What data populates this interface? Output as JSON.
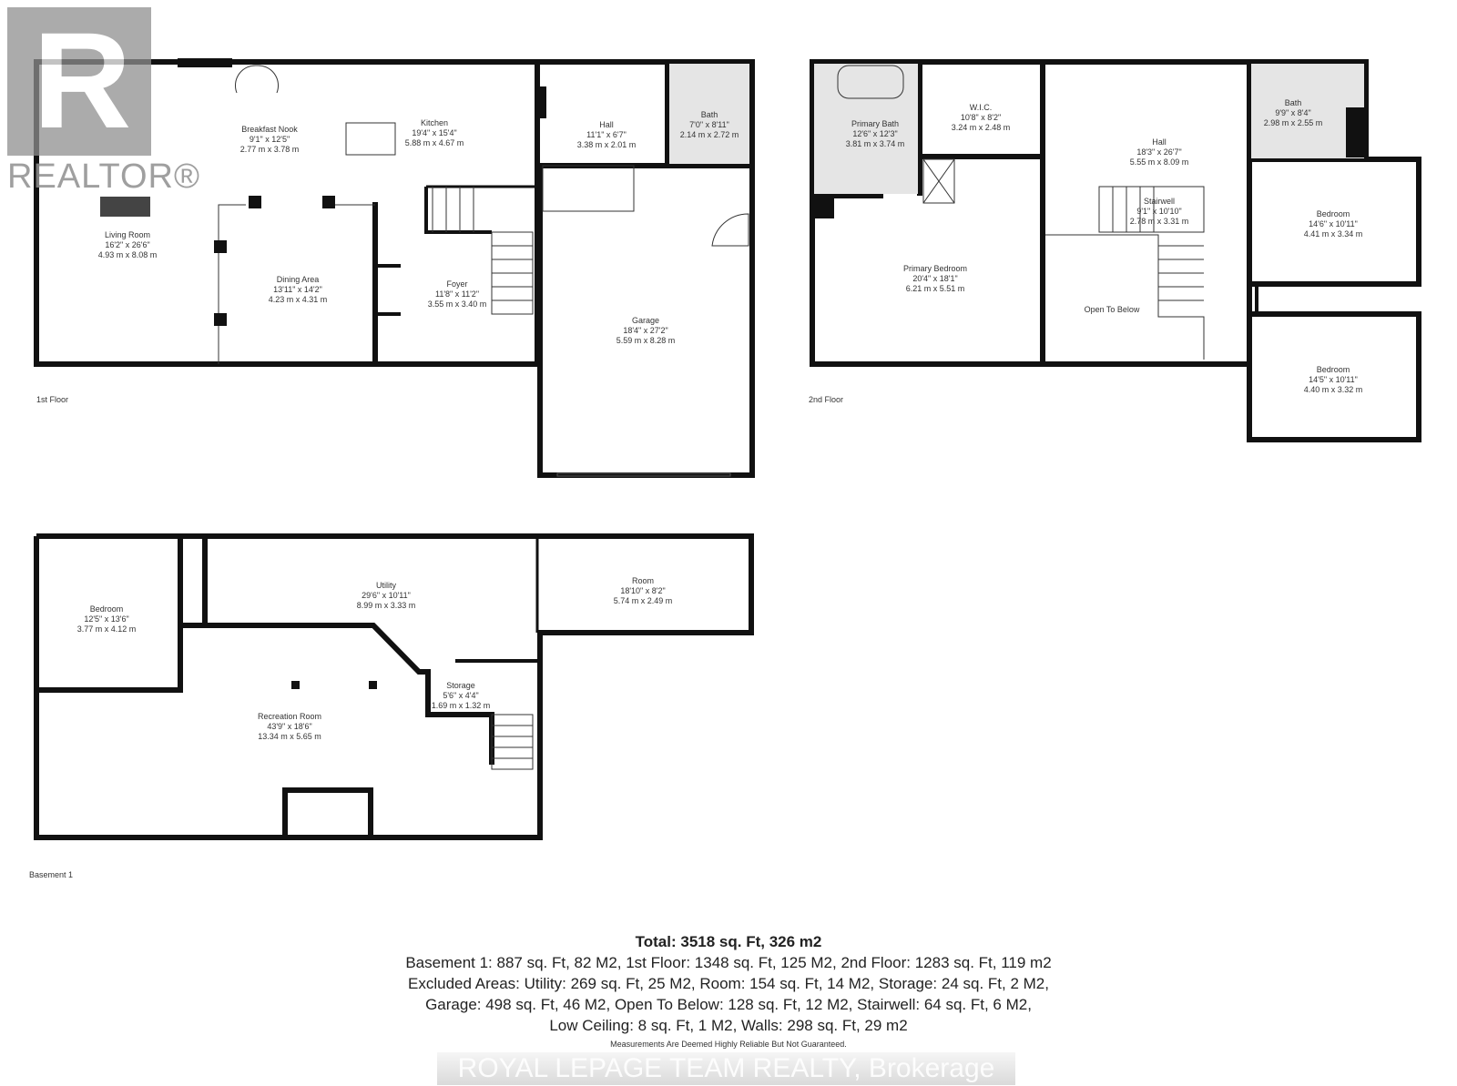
{
  "logo": {
    "brand": "REALTOR®",
    "mark": "R"
  },
  "floors": {
    "first": {
      "label": "1st Floor",
      "rooms": [
        {
          "name": "Breakfast Nook",
          "imperial": "9'1\" x 12'5\"",
          "metric": "2.77 m x 3.78 m"
        },
        {
          "name": "Kitchen",
          "imperial": "19'4\" x 15'4\"",
          "metric": "5.88 m x 4.67 m"
        },
        {
          "name": "Hall",
          "imperial": "11'1\" x 6'7\"",
          "metric": "3.38 m x 2.01 m"
        },
        {
          "name": "Bath",
          "imperial": "7'0\" x 8'11\"",
          "metric": "2.14 m x 2.72 m"
        },
        {
          "name": "Living Room",
          "imperial": "16'2\" x 26'6\"",
          "metric": "4.93 m x 8.08 m"
        },
        {
          "name": "Dining Area",
          "imperial": "13'11\" x 14'2\"",
          "metric": "4.23 m x 4.31 m"
        },
        {
          "name": "Foyer",
          "imperial": "11'8\" x 11'2\"",
          "metric": "3.55 m x 3.40 m"
        },
        {
          "name": "Garage",
          "imperial": "18'4\" x 27'2\"",
          "metric": "5.59 m x 8.28 m"
        }
      ]
    },
    "second": {
      "label": "2nd Floor",
      "rooms": [
        {
          "name": "Primary Bath",
          "imperial": "12'6\" x 12'3\"",
          "metric": "3.81 m x 3.74 m"
        },
        {
          "name": "W.I.C.",
          "imperial": "10'8\" x 8'2\"",
          "metric": "3.24 m x 2.48 m"
        },
        {
          "name": "Hall",
          "imperial": "18'3\" x 26'7\"",
          "metric": "5.55 m x 8.09 m"
        },
        {
          "name": "Bath",
          "imperial": "9'9\" x 8'4\"",
          "metric": "2.98 m x 2.55 m"
        },
        {
          "name": "Stairwell",
          "imperial": "9'1\" x 10'10\"",
          "metric": "2.78 m x 3.31 m"
        },
        {
          "name": "Bedroom",
          "imperial": "14'6\" x 10'11\"",
          "metric": "4.41 m x 3.34 m"
        },
        {
          "name": "Primary Bedroom",
          "imperial": "20'4\" x 18'1\"",
          "metric": "6.21 m x 5.51 m"
        },
        {
          "name": "Open To Below"
        },
        {
          "name": "Bedroom",
          "imperial": "14'5\" x 10'11\"",
          "metric": "4.40 m x 3.32 m"
        }
      ]
    },
    "basement": {
      "label": "Basement 1",
      "rooms": [
        {
          "name": "Bedroom",
          "imperial": "12'5\" x 13'6\"",
          "metric": "3.77 m x 4.12 m"
        },
        {
          "name": "Utility",
          "imperial": "29'6\" x 10'11\"",
          "metric": "8.99 m x 3.33 m"
        },
        {
          "name": "Room",
          "imperial": "18'10\" x 8'2\"",
          "metric": "5.74 m x 2.49 m"
        },
        {
          "name": "Storage",
          "imperial": "5'6\" x 4'4\"",
          "metric": "1.69 m x 1.32 m"
        },
        {
          "name": "Recreation Room",
          "imperial": "43'9\" x 18'6\"",
          "metric": "13.34 m x 5.65 m"
        }
      ]
    }
  },
  "summary": {
    "total": "Total: 3518 sq. Ft, 326 m2",
    "lines": [
      "Basement 1: 887 sq. Ft, 82 M2, 1st Floor: 1348 sq. Ft, 125 M2, 2nd Floor: 1283 sq. Ft, 119 m2",
      "Excluded Areas: Utility: 269 sq. Ft, 25 M2, Room: 154 sq. Ft, 14 M2, Storage: 24 sq. Ft, 2 M2,",
      "Garage: 498 sq. Ft, 46 M2, Open To Below: 128 sq. Ft, 12 M2, Stairwell: 64 sq. Ft, 6 M2,",
      "Low Ceiling: 8 sq. Ft, 1 M2, Walls: 298 sq. Ft, 29 m2"
    ],
    "watermark": "ROYAL LEPAGE TEAM REALTY, Brokerage",
    "disclaimer": "Measurements Are Deemed Highly Reliable But Not Guaranteed."
  }
}
